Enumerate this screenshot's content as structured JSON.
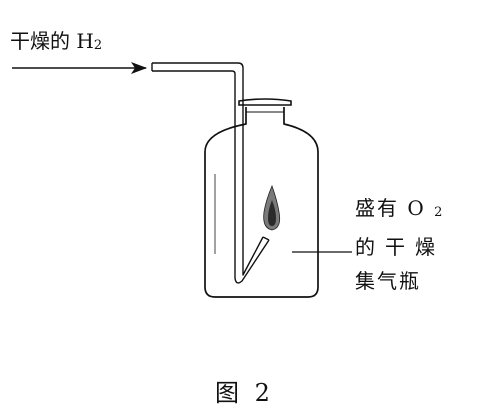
{
  "labels": {
    "inlet_prefix": "干燥的 H",
    "inlet_sub": "2",
    "bottle_line1_prefix": "盛有 O",
    "bottle_line1_sub": "2",
    "bottle_line2": "的干燥",
    "bottle_line3": "集气瓶",
    "caption": "图 2"
  },
  "colors": {
    "ink": "#111111",
    "flame_outer": "#7a7a7a",
    "flame_inner": "#2b2b2b"
  }
}
